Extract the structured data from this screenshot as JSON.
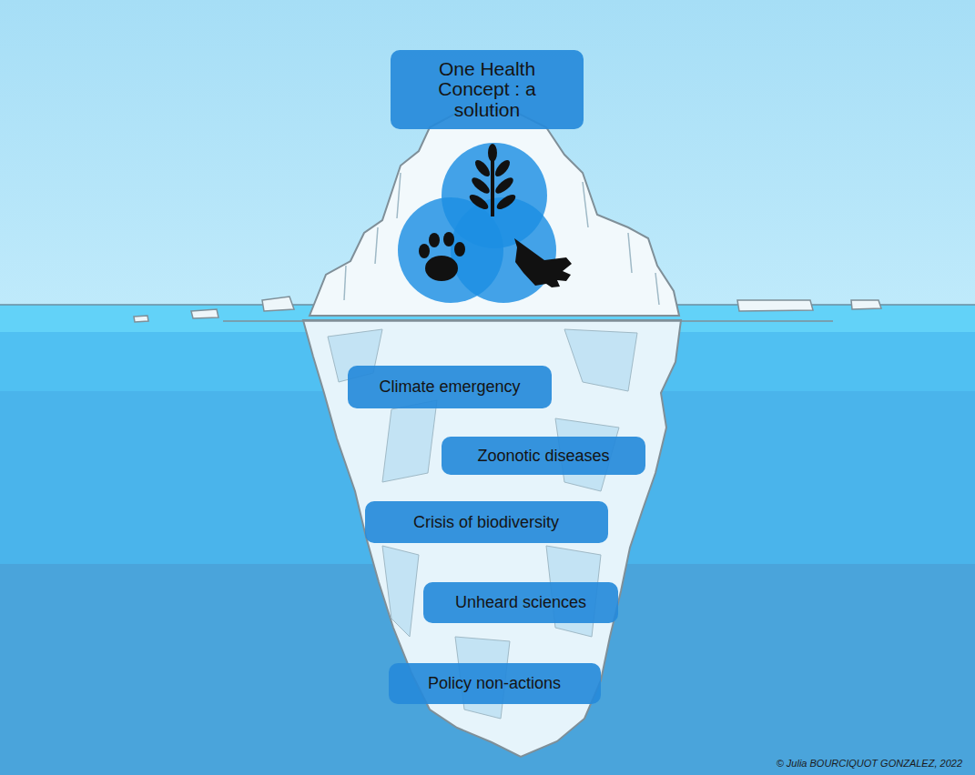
{
  "diagram": {
    "nodes": [
      {
        "text": [
          "One Health Concept : a solution"
        ]
      },
      {
        "text": [
          "Climate emergency"
        ]
      },
      {
        "text": [
          "Zoonotic diseases"
        ]
      },
      {
        "text": [
          "Crisis of biodiversity"
        ]
      },
      {
        "text": [
          "Unheard sciences"
        ]
      },
      {
        "text": [
          "Policy non-actions"
        ]
      }
    ],
    "labels": [
      "© Julia BOURCIQUOT GONZALEZ, 2022"
    ]
  }
}
